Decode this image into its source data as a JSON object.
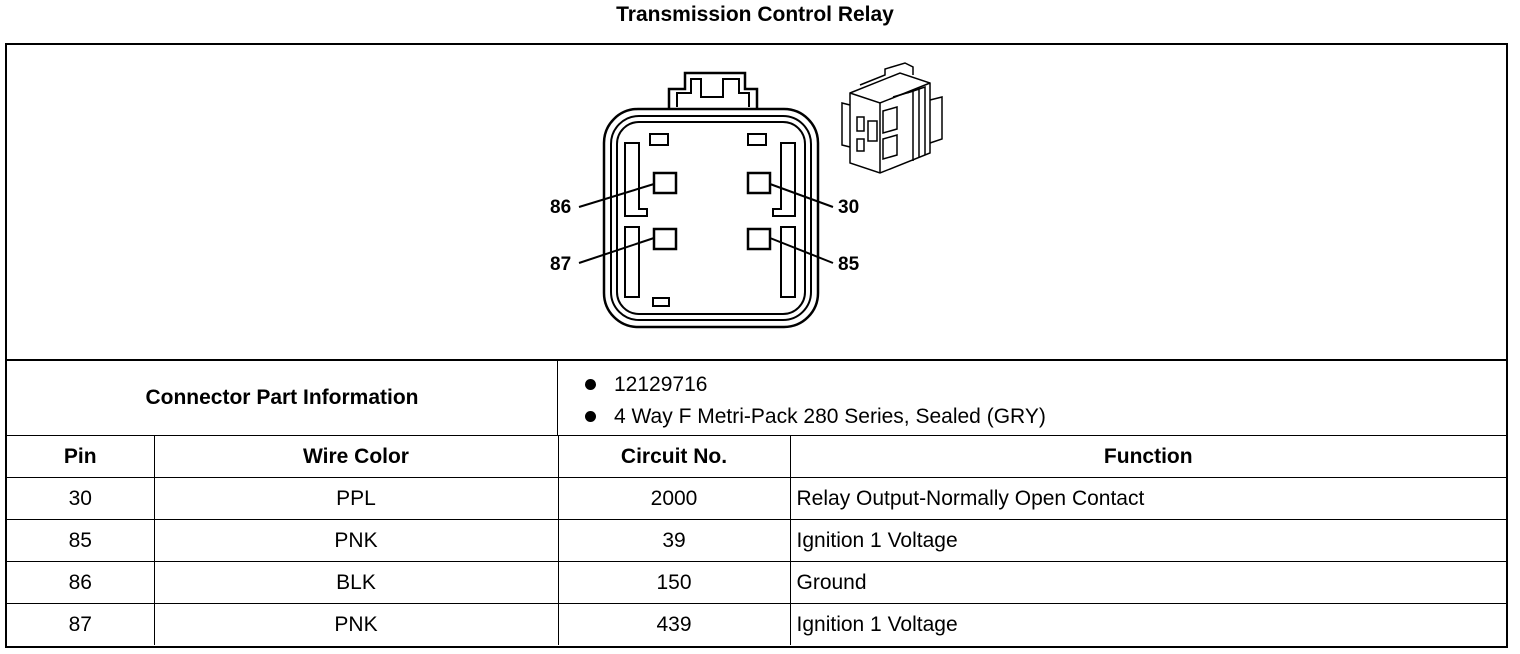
{
  "title": "Transmission Control Relay",
  "pin_labels": {
    "p86": "86",
    "p30": "30",
    "p87": "87",
    "p85": "85"
  },
  "connector_info": {
    "label": "Connector Part Information",
    "items": [
      "12129716",
      "4 Way F Metri-Pack 280 Series, Sealed (GRY)"
    ]
  },
  "table": {
    "headers": {
      "pin": "Pin",
      "wire_color": "Wire Color",
      "circuit": "Circuit No.",
      "function": "Function"
    },
    "rows": [
      {
        "pin": "30",
        "wire_color": "PPL",
        "circuit": "2000",
        "function": "Relay Output-Normally Open Contact"
      },
      {
        "pin": "85",
        "wire_color": "PNK",
        "circuit": "39",
        "function": "Ignition 1 Voltage"
      },
      {
        "pin": "86",
        "wire_color": "BLK",
        "circuit": "150",
        "function": "Ground"
      },
      {
        "pin": "87",
        "wire_color": "PNK",
        "circuit": "439",
        "function": "Ignition 1 Voltage"
      }
    ]
  }
}
